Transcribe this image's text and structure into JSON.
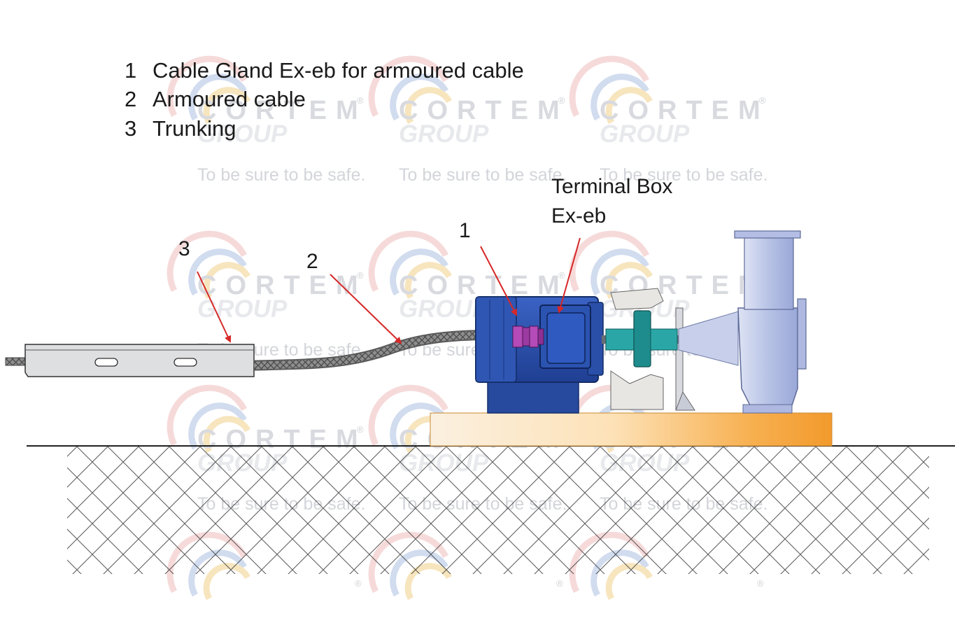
{
  "legend": [
    {
      "num": "1",
      "label": "Cable Gland Ex-eb for armoured cable"
    },
    {
      "num": "2",
      "label": "Armoured cable"
    },
    {
      "num": "3",
      "label": "Trunking"
    }
  ],
  "callouts": {
    "n1": "1",
    "n2": "2",
    "n3": "3",
    "terminal_box_line1": "Terminal Box",
    "terminal_box_line2": "Ex-eb"
  },
  "watermark": {
    "brand": "CORTEM",
    "group": "GROUP",
    "slogan": "To be sure to be safe.",
    "registered": "®"
  },
  "colors": {
    "callout_arrow": "#d62828",
    "motor_blue": "#2a4fa8",
    "gland_magenta": "#a23aa8",
    "coupling_teal": "#1f8f8f",
    "pump_body": "#b9c4e6",
    "base_plate_orange": "#f4a340",
    "trunking_grey": "#d9dadc"
  }
}
